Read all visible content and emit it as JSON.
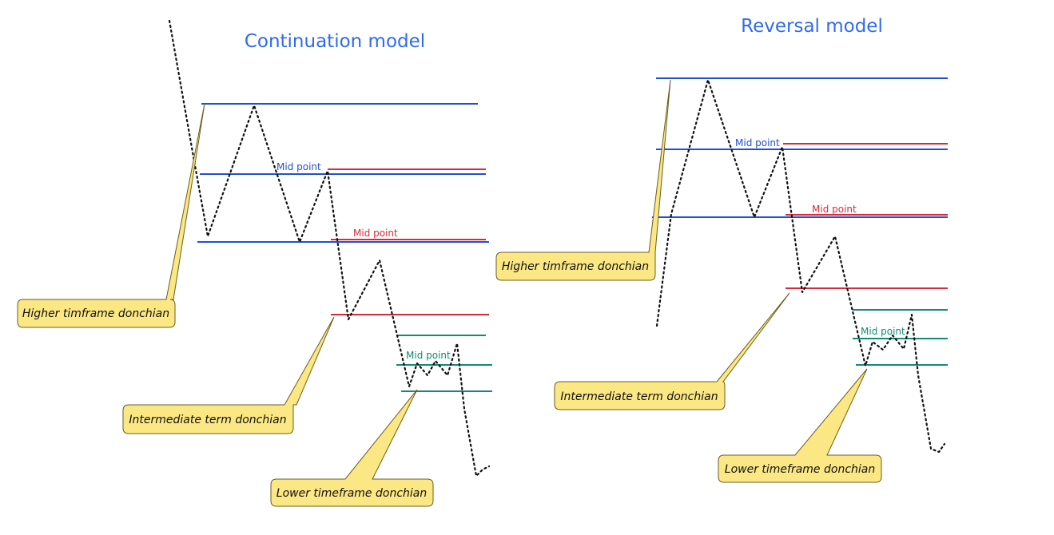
{
  "colors": {
    "higher": "#1f4fd6",
    "intermediate": "#d62b3a",
    "lower": "#0f8c73",
    "callout_fill": "#fbe783",
    "callout_stroke": "#6b5d20",
    "price_path": "#111111",
    "title": "#2f6bf0"
  },
  "continuation": {
    "title": "Continuation model",
    "mid_labels": {
      "higher": "Mid point",
      "intermediate": "Mid point",
      "lower": "Mid point"
    },
    "callouts": {
      "higher": "Higher timframe donchian",
      "intermediate": "Intermediate term donchian",
      "lower": "Lower timeframe donchian"
    }
  },
  "reversal": {
    "title": "Reversal model",
    "mid_labels": {
      "higher": "Mid point",
      "intermediate": "Mid point",
      "lower": "Mid point"
    },
    "callouts": {
      "higher": "Higher timframe donchian",
      "intermediate": "Intermediate term donchian",
      "lower": "Lower timeframe donchian"
    }
  }
}
